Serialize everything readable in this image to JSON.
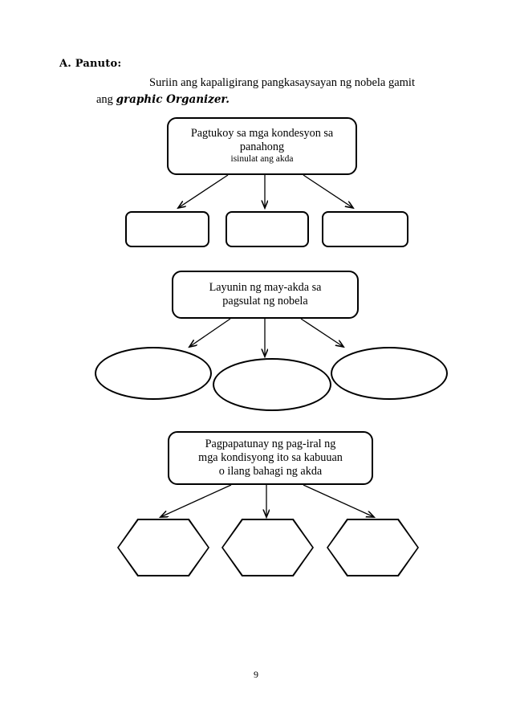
{
  "document": {
    "section_label": "A. Panuto:",
    "instruction_line1": "Suriin ang kapaligirang pangkasaysayan ng nobela gamit",
    "instruction_line2_prefix": "ang",
    "instruction_line2_emphasis": "graphic   Organizer.",
    "page_number": "9"
  },
  "organizer": {
    "group1": {
      "header_main": "Pagtukoy sa mga kondesyon sa\npanahong",
      "header_sub": "isinulat ang akda",
      "children": [
        "",
        "",
        ""
      ]
    },
    "group2": {
      "header": "Layunin ng may-akda sa\npagsulat ng nobela",
      "children": [
        "",
        "",
        ""
      ]
    },
    "group3": {
      "header": "Pagpapatunay ng pag-iral ng\nmga kondisyong  ito sa kabuuan\no ilang bahagi ng akda",
      "children": [
        "",
        "",
        ""
      ]
    }
  },
  "colors": {
    "ink": "#000000",
    "paper": "#ffffff"
  }
}
